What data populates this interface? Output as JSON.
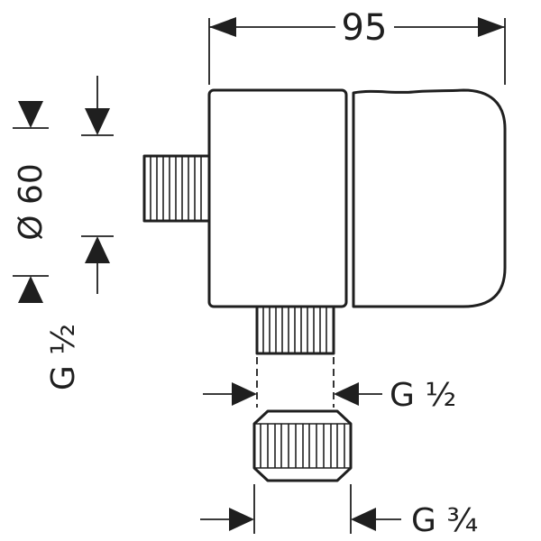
{
  "page": {
    "background": "#ffffff",
    "line_color": "#1f1f1f"
  },
  "drawing": {
    "kind": "technical-dimension-drawing",
    "labels": {
      "overall_width": "95",
      "escutcheon_diameter": "Ø 60",
      "side_thread": "G ½",
      "outlet_thread": "G ½",
      "adapter_thread": "G ¾"
    }
  }
}
